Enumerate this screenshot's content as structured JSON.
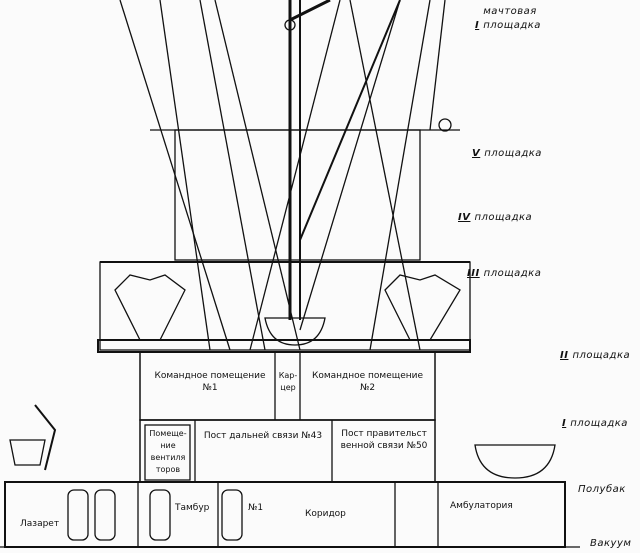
{
  "levels": [
    {
      "roman": "I",
      "text": "мачтовая площадка"
    },
    {
      "roman": "V",
      "text": "площадка"
    },
    {
      "roman": "IV",
      "text": "площадка"
    },
    {
      "roman": "III",
      "text": "площадка"
    },
    {
      "roman": "II",
      "text": "площадка"
    },
    {
      "roman": "I",
      "text": "площадка"
    },
    {
      "roman": "",
      "text": "Полубак"
    },
    {
      "roman": "",
      "text": "Вакуум"
    }
  ],
  "rooms": {
    "crew1": "Командное помещение №1",
    "karcer": "Кар- цер",
    "crew2": "Командное помещение №2",
    "vent": "Помеще- ние вентиля торов",
    "post43": "Пост дальней связи №43",
    "post50": "Пост правительст венной связи №50",
    "lazaret": "Лазарет",
    "tambur": "Тамбур",
    "no1": "№1",
    "corridor": "Коридор",
    "ambulatory": "Амбулатория"
  }
}
